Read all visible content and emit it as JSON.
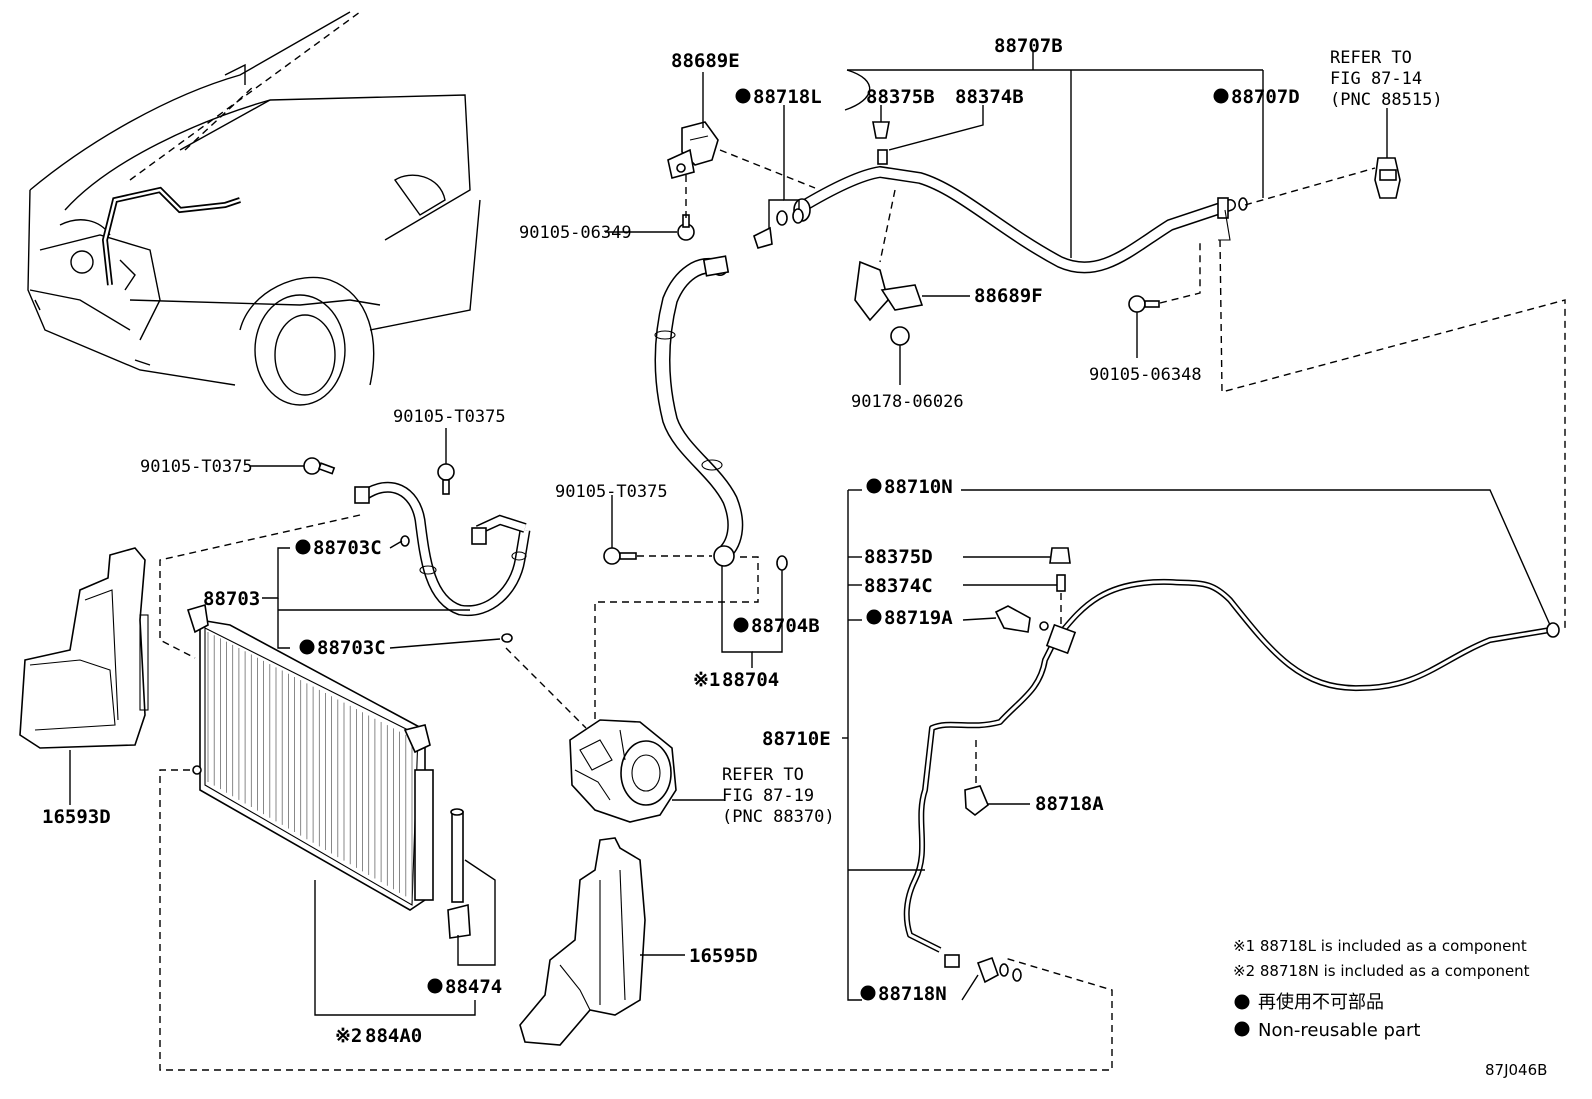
{
  "labels": {
    "p88707B": "88707B",
    "p88689E": "88689E",
    "p88718L": "88718L",
    "p88375B": "88375B",
    "p88374B": "88374B",
    "p88707D": "88707D",
    "p90105_06349": "90105-06349",
    "p88689F": "88689F",
    "p90178_06026": "90178-06026",
    "p90105_06348": "90105-06348",
    "p90105_T0375_a": "90105-T0375",
    "p90105_T0375_b": "90105-T0375",
    "p90105_T0375_c": "90105-T0375",
    "p88703C_a": "88703C",
    "p88703": "88703",
    "p88703C_b": "88703C",
    "p88704B": "88704B",
    "p88704": "88704",
    "p88710N": "88710N",
    "p88375D": "88375D",
    "p88374C": "88374C",
    "p88719A": "88719A",
    "p88710E": "88710E",
    "p88718A": "88718A",
    "p88718N": "88718N",
    "p16593D": "16593D",
    "p16595D": "16595D",
    "p88474": "88474",
    "p884A0": "884A0"
  },
  "marks": {
    "ref_mark_1": "※1",
    "ref_mark_2": "※2"
  },
  "refs": {
    "ref_top": [
      "REFER TO",
      "FIG 87-14",
      "(PNC 88515)"
    ],
    "ref_compressor": [
      "REFER TO",
      "FIG 87-19",
      "(PNC 88370)"
    ]
  },
  "notes": {
    "note1": "※1 88718L is included as a component",
    "note2": "※2 88718N is included as a component",
    "legend_jp": "再使用不可部品",
    "legend_en": "Non-reusable part",
    "figure_code": "87J046B"
  }
}
